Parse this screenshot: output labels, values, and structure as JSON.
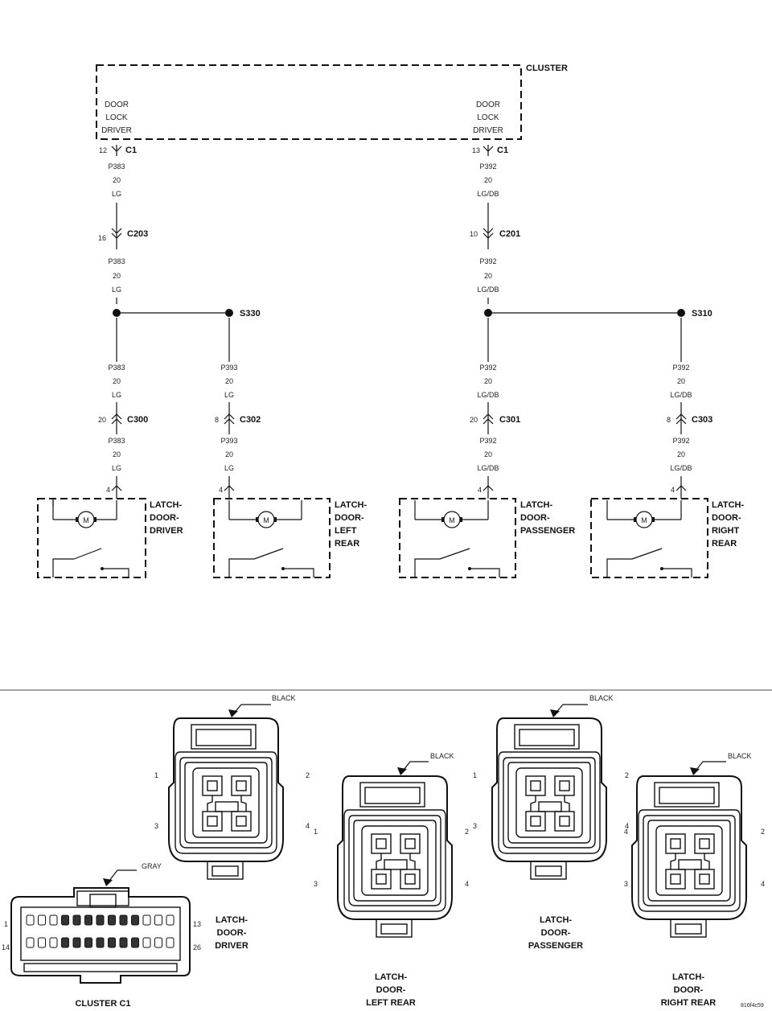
{
  "cluster": {
    "label": "CLUSTER",
    "left_func": [
      "DOOR",
      "LOCK",
      "DRIVER"
    ],
    "right_func": [
      "DOOR",
      "LOCK",
      "DRIVER"
    ]
  },
  "wires": {
    "driver_top": {
      "pin": "12",
      "conn": "C1",
      "circuit": [
        "P383",
        "20",
        "LG"
      ]
    },
    "driver_mid": {
      "pin": "16",
      "conn": "C203",
      "circuit": [
        "P383",
        "20",
        "LG"
      ]
    },
    "driver_low": {
      "circuit": [
        "P383",
        "20",
        "LG"
      ],
      "pin": "20",
      "conn": "C300",
      "circuit2": [
        "P383",
        "20",
        "LG"
      ],
      "latch_pin": "4"
    },
    "left_rear": {
      "splice": "S330",
      "circuit": [
        "P393",
        "20",
        "LG"
      ],
      "pin": "8",
      "conn": "C302",
      "circuit2": [
        "P393",
        "20",
        "LG"
      ],
      "latch_pin": "4"
    },
    "pass_top": {
      "pin": "13",
      "conn": "C1",
      "circuit": [
        "P392",
        "20",
        "LG/DB"
      ]
    },
    "pass_mid": {
      "pin": "10",
      "conn": "C201",
      "circuit": [
        "P392",
        "20",
        "LG/DB"
      ]
    },
    "pass_low": {
      "circuit": [
        "P392",
        "20",
        "LG/DB"
      ],
      "pin": "20",
      "conn": "C301",
      "circuit2": [
        "P392",
        "20",
        "LG/DB"
      ],
      "latch_pin": "4"
    },
    "right_rear": {
      "splice": "S310",
      "circuit": [
        "P392",
        "20",
        "LG/DB"
      ],
      "pin": "8",
      "conn": "C303",
      "circuit2": [
        "P392",
        "20",
        "LG/DB"
      ],
      "latch_pin": "4"
    }
  },
  "latches": [
    {
      "lines": [
        "LATCH-",
        "DOOR-",
        "DRIVER"
      ]
    },
    {
      "lines": [
        "LATCH-",
        "DOOR-",
        "LEFT",
        "REAR"
      ]
    },
    {
      "lines": [
        "LATCH-",
        "DOOR-",
        "PASSENGER"
      ]
    },
    {
      "lines": [
        "LATCH-",
        "DOOR-",
        "RIGHT",
        "REAR"
      ]
    }
  ],
  "motor_label": "M",
  "views": {
    "driver": {
      "color": "BLACK",
      "pins": [
        "1",
        "2",
        "3",
        "4"
      ],
      "name": [
        "LATCH-",
        "DOOR-",
        "DRIVER"
      ]
    },
    "left_rear": {
      "color": "BLACK",
      "pins": [
        "1",
        "2",
        "3",
        "4"
      ],
      "name": [
        "LATCH-",
        "DOOR-",
        "LEFT REAR"
      ]
    },
    "passenger": {
      "color": "BLACK",
      "pins": [
        "2",
        "1",
        "4",
        "3"
      ],
      "name": [
        "LATCH-",
        "DOOR-",
        "PASSENGER"
      ]
    },
    "right_rear": {
      "color": "BLACK",
      "pins": [
        "4",
        "2",
        "3",
        "4"
      ],
      "name": [
        "LATCH-",
        "DOOR-",
        "RIGHT REAR"
      ]
    },
    "cluster": {
      "color": "GRAY",
      "pins": [
        "1",
        "14",
        "13",
        "26"
      ],
      "name": "CLUSTER C1"
    }
  },
  "figure_id": "816f4c59"
}
